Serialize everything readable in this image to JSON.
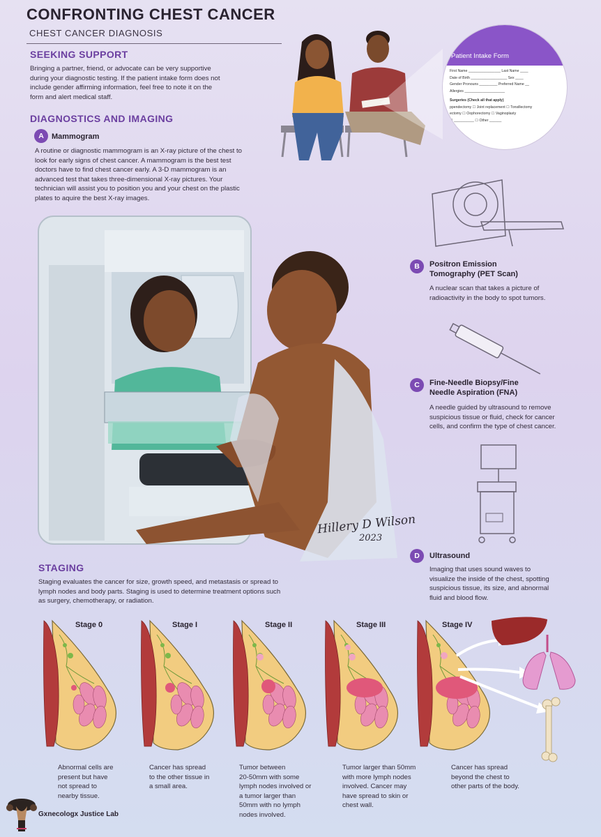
{
  "header": {
    "title": "CONFRONTING CHEST CANCER",
    "subtitle": "CHEST CANCER DIAGNOSIS"
  },
  "support": {
    "heading": "SEEKING SUPPORT",
    "lines": [
      "Bringing a partner, friend, or advocate can be very supportive",
      "during your diagnostic testing. If the patient intake form does not",
      "include gender affirming information, feel free to note it on the",
      "form and alert medical staff."
    ]
  },
  "intake_form": {
    "title": "Patient Intake Form",
    "first_name": "First Name",
    "last_name": "Last Name",
    "dob": "Date of Birth",
    "sex": "Sex",
    "pronouns": "Gender Pronouns",
    "preferred_name": "Preferred Name",
    "allergies": "Allergies",
    "surgeries_label": "Surgeries (Check all that apply)",
    "opt1": "ppendectomy",
    "opt2": "Joint replacement",
    "opt3": "Tonsillectomy",
    "opt4": "ectomy",
    "opt5": "Oophorectomy",
    "opt6": "Vaginoplasty",
    "opt7": "Other"
  },
  "diagnostics": {
    "heading": "DIAGNOSTICS AND IMAGING",
    "a_badge": "A",
    "a_title": "Mammogram",
    "a_lines": [
      "A routine or diagnostic mammogram is an X-ray picture of the chest to",
      "look for early signs of chest cancer. A mammogram is the best test",
      "doctors have to find chest cancer early. A 3-D mammogram is an",
      "advanced test that takes three-dimensional X-ray pictures. Your",
      "technician will assist you to position you and your chest on the plastic",
      "plates to aquire the best X-ray images."
    ],
    "b_badge": "B",
    "b_title_1": "Positron Emission",
    "b_title_2": "Tomography (PET Scan)",
    "b_lines": [
      "A nuclear scan that takes a picture of",
      "radioactivity in the body to spot tumors."
    ],
    "c_badge": "C",
    "c_title_1": "Fine-Needle Biopsy/Fine",
    "c_title_2": "Needle Aspiration (FNA)",
    "c_lines": [
      "A needle guided by ultrasound to remove",
      "suspicious tissue or fluid, check for cancer",
      "cells, and confirm the type of chest cancer."
    ],
    "d_badge": "D",
    "d_title": "Ultrasound",
    "d_lines": [
      "Imaging that uses sound waves to",
      "visualize the inside of the chest, spotting",
      "suspicious tissue, its size, and abnormal",
      "fluid and blood flow."
    ]
  },
  "signature": {
    "name": "Hillery D Wilson",
    "year": "2023"
  },
  "staging": {
    "heading": "STAGING",
    "lines": [
      "Staging evaluates the cancer for size, growth speed, and metastasis or spread to",
      "lymph nodes and body parts. Staging is used to determine treatment options such",
      "as surgery, chemotherapy, or radiation."
    ],
    "stages": [
      {
        "title": "Stage 0",
        "desc": [
          "Abnormal cells are",
          "present but have",
          "not spread to",
          "nearby tissue."
        ]
      },
      {
        "title": "Stage I",
        "desc": [
          "Cancer has spread",
          "to the other tissue in",
          "a small area."
        ]
      },
      {
        "title": "Stage II",
        "desc": [
          "Tumor between",
          "20-50mm with some",
          "lymph nodes involved or",
          "a tumor larger than",
          "50mm with no lymph",
          "nodes involved."
        ]
      },
      {
        "title": "Stage III",
        "desc": [
          "Tumor larger than 50mm",
          "with more lymph nodes",
          "involved. Cancer may",
          "have spread to skin or",
          "chest wall."
        ]
      },
      {
        "title": "Stage IV",
        "desc": [
          "Cancer has spread",
          "beyond the chest to",
          "other parts of the body."
        ]
      }
    ]
  },
  "footer": {
    "lab_name": "Gxnecologx Justice Lab"
  },
  "colors": {
    "heading_purple": "#6b3fa0",
    "badge_purple": "#7c4bb3",
    "breast_fill": "#f2cc80",
    "tumor_pink": "#e0587a",
    "lobe_pink": "#e98cb0"
  }
}
